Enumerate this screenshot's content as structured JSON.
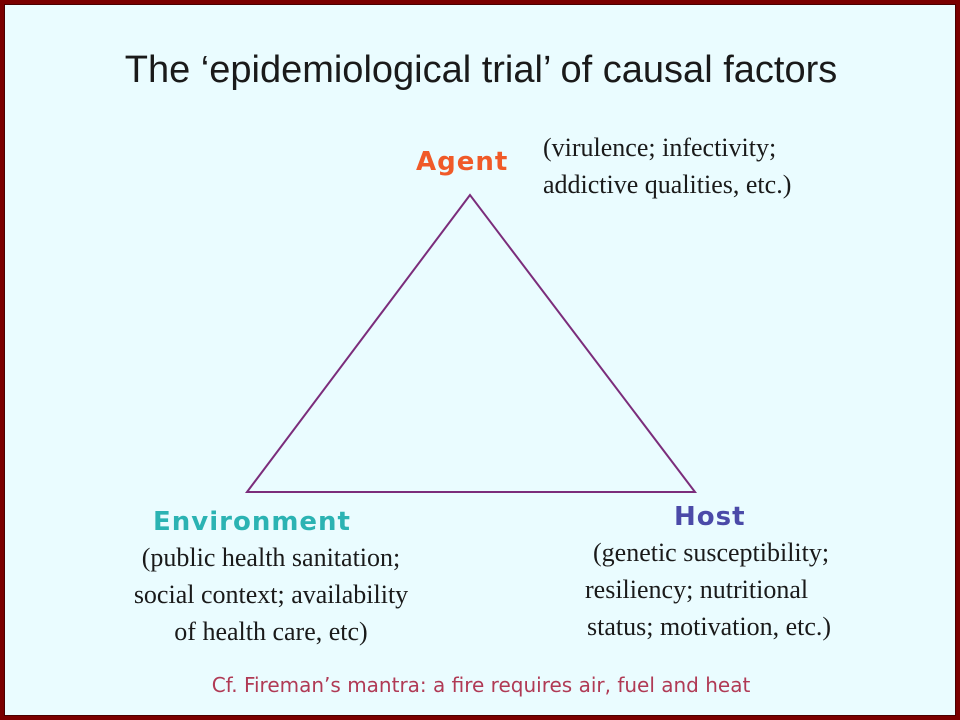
{
  "title": "The ‘epidemiological trial’ of causal factors",
  "nodes": {
    "agent": {
      "label": "Agent",
      "color": "#f05a28",
      "note_lines": [
        "(virulence; infectivity;",
        "addictive qualities, etc.)"
      ]
    },
    "environment": {
      "label": "Environment",
      "color": "#2bb3b3",
      "note_lines": [
        "(public health sanitation;",
        "social context; availability",
        "of health care, etc)"
      ]
    },
    "host": {
      "label": "Host",
      "color": "#4b4aa8",
      "note_lines": [
        "(genetic susceptibility;",
        "resiliency; nutritional",
        "status; motivation, etc.)"
      ]
    }
  },
  "edges": [
    {
      "from": "agent",
      "to": "environment"
    },
    {
      "from": "environment",
      "to": "host"
    },
    {
      "from": "host",
      "to": "agent"
    }
  ],
  "footer": "Cf. Fireman’s mantra: a fire requires air, fuel and heat",
  "colors": {
    "border": "#7a0000",
    "background": "#eafcff",
    "triangle_stroke": "#7b2d7b",
    "footer": "#b03a55"
  }
}
